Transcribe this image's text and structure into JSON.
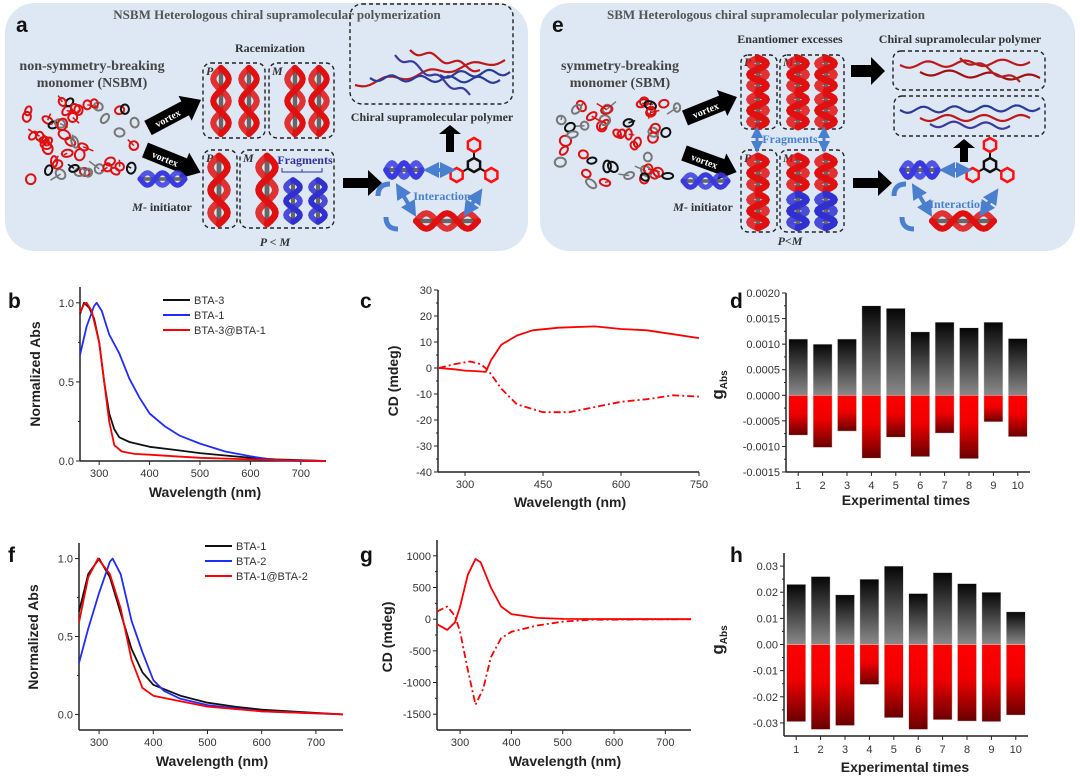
{
  "panel_labels": {
    "a": "a",
    "b": "b",
    "c": "c",
    "d": "d",
    "e": "e",
    "f": "f",
    "g": "g",
    "h": "h"
  },
  "colors": {
    "panel_bg": "#dde8f4",
    "red": "#ff0000",
    "blue": "#1f2bff",
    "black": "#111111",
    "accent_blue": "#4a7fd0"
  },
  "diagram_a": {
    "title": "NSBM Heterologous chiral supramolecular polymerization",
    "monomer_line1": "non-symmetry-breaking",
    "monomer_line2": "monomer (NSBM)",
    "racemization": "Racemization",
    "vortex_top": "vortex",
    "vortex_bottom": "vortex",
    "initiator_italic": "M",
    "initiator_rest": "- initiator",
    "box_p_top": "P",
    "box_m_top": "M",
    "box_p_bottom": "P",
    "box_m_bottom": "M",
    "fragments": "Fragments",
    "p_less_m": "P < M",
    "polymer_label": "Chiral supramolecular polymer",
    "interaction": "Interaction"
  },
  "diagram_e": {
    "title": "SBM Heterologous chiral supramolecular polymerization",
    "monomer_line1": "symmetry-breaking",
    "monomer_line2": "monomer (SBM)",
    "enantiomer": "Enantiomer excesses",
    "polymer_label": "Chiral supramolecular polymer",
    "vortex_top": "vortex",
    "vortex_bottom": "vortex",
    "initiator_italic": "M",
    "initiator_rest": "- initiator",
    "box_p_top": "P",
    "box_m_top": "M",
    "box_p_bottom": "P",
    "box_m_bottom": "M",
    "fragments": "Fragments",
    "p_less_m": "P<M",
    "interaction": "Interaction"
  },
  "chart_data": [
    {
      "panel": "b",
      "type": "line",
      "xlabel": "Wavelength (nm)",
      "ylabel": "Normalized Abs",
      "xlim": [
        262,
        750
      ],
      "ylim": [
        0,
        1.1
      ],
      "xticks": [
        300,
        400,
        500,
        600,
        700
      ],
      "xtick_labels": [
        "300",
        "400",
        "500",
        "600",
        "700"
      ],
      "yticks": [
        0,
        0.5,
        1.0
      ],
      "ytick_labels": [
        "0.0",
        "0.5",
        "1.0"
      ],
      "legend_position": "top-right",
      "series": [
        {
          "name": "BTA-3",
          "color": "#111111",
          "style": "solid",
          "x": [
            262,
            270,
            280,
            290,
            300,
            310,
            320,
            330,
            340,
            360,
            400,
            450,
            500,
            550,
            600,
            650,
            700,
            750
          ],
          "y": [
            0.93,
            1.0,
            0.97,
            0.9,
            0.75,
            0.5,
            0.3,
            0.2,
            0.15,
            0.12,
            0.09,
            0.07,
            0.05,
            0.035,
            0.02,
            0.01,
            0.005,
            0
          ]
        },
        {
          "name": "BTA-1",
          "color": "#1f2bff",
          "style": "solid",
          "x": [
            262,
            275,
            290,
            295,
            305,
            320,
            340,
            360,
            380,
            400,
            430,
            460,
            500,
            550,
            600,
            650,
            700,
            750
          ],
          "y": [
            0.67,
            0.85,
            0.98,
            1.0,
            0.95,
            0.8,
            0.68,
            0.52,
            0.4,
            0.3,
            0.22,
            0.16,
            0.11,
            0.06,
            0.03,
            0.005,
            0,
            0
          ]
        },
        {
          "name": "BTA-3@BTA-1",
          "color": "#ff0000",
          "style": "solid",
          "x": [
            262,
            270,
            275,
            285,
            300,
            310,
            320,
            330,
            345,
            370,
            400,
            450,
            500,
            600,
            700,
            750
          ],
          "y": [
            0.94,
            0.99,
            1.0,
            0.95,
            0.75,
            0.5,
            0.25,
            0.1,
            0.06,
            0.045,
            0.04,
            0.03,
            0.02,
            0.01,
            0.003,
            0
          ]
        }
      ]
    },
    {
      "panel": "c",
      "type": "line",
      "xlabel": "Wavelength (nm)",
      "ylabel": "CD (mdeg)",
      "xlim": [
        248,
        750
      ],
      "ylim": [
        -40,
        30
      ],
      "xticks": [
        300,
        450,
        600,
        750
      ],
      "xtick_labels": [
        "300",
        "450",
        "600",
        "750"
      ],
      "yticks": [
        -40,
        -30,
        -20,
        -10,
        0,
        10,
        20,
        30
      ],
      "ytick_labels": [
        "-40",
        "-30",
        "-20",
        "-10",
        "0",
        "10",
        "20",
        "30"
      ],
      "series": [
        {
          "name": "solid",
          "color": "#ff0000",
          "style": "solid",
          "x": [
            250,
            280,
            300,
            320,
            340,
            350,
            370,
            400,
            430,
            480,
            550,
            600,
            650,
            700,
            750
          ],
          "y": [
            0,
            -0.5,
            -1,
            -1.2,
            -1.5,
            3,
            9,
            12.5,
            14.5,
            15.5,
            16,
            15,
            14.5,
            13,
            11.5
          ]
        },
        {
          "name": "dash-dot",
          "color": "#ff0000",
          "style": "dashdot",
          "x": [
            250,
            280,
            310,
            330,
            345,
            370,
            400,
            450,
            500,
            550,
            600,
            650,
            700,
            750
          ],
          "y": [
            0,
            1.5,
            2.5,
            1.5,
            -1,
            -8,
            -14,
            -17,
            -17,
            -15,
            -13,
            -12,
            -10.5,
            -11
          ]
        }
      ]
    },
    {
      "panel": "d",
      "type": "bar",
      "xlabel": "Experimental times",
      "ylabel": "g",
      "ylabel_sub": "Abs",
      "categories": [
        "1",
        "2",
        "3",
        "4",
        "5",
        "6",
        "7",
        "8",
        "9",
        "10"
      ],
      "xlim": [
        0.5,
        10.5
      ],
      "ylim": [
        -0.0015,
        0.002
      ],
      "yticks": [
        -0.0015,
        -0.001,
        -0.0005,
        0,
        0.0005,
        0.001,
        0.0015,
        0.002
      ],
      "ytick_labels": [
        "-0.0015",
        "-0.0010",
        "-0.0005",
        "0.0000",
        "0.0005",
        "0.0010",
        "0.0015",
        "0.0020"
      ],
      "series": [
        {
          "name": "positive",
          "color": "#111111",
          "values": [
            0.0011,
            0.001,
            0.0011,
            0.00175,
            0.0017,
            0.00124,
            0.00143,
            0.00132,
            0.00143,
            0.00111
          ]
        },
        {
          "name": "negative",
          "color": "#ff0000",
          "values": [
            -0.00078,
            -0.00102,
            -0.0007,
            -0.00123,
            -0.00082,
            -0.0012,
            -0.00074,
            -0.00124,
            -0.00052,
            -0.00081
          ]
        }
      ]
    },
    {
      "panel": "f",
      "type": "line",
      "xlabel": "Wavelength (nm)",
      "ylabel": "Normalized Abs",
      "xlim": [
        263,
        750
      ],
      "ylim": [
        -0.1,
        1.1
      ],
      "xticks": [
        300,
        400,
        500,
        600,
        700
      ],
      "xtick_labels": [
        "300",
        "400",
        "500",
        "600",
        "700"
      ],
      "yticks": [
        0,
        0.5,
        1.0
      ],
      "ytick_labels": [
        "0.0",
        "0.5",
        "1.0"
      ],
      "legend_position": "top-right",
      "series": [
        {
          "name": "BTA-1",
          "color": "#111111",
          "style": "solid",
          "x": [
            263,
            280,
            300,
            320,
            340,
            360,
            380,
            400,
            450,
            500,
            550,
            600,
            700,
            750
          ],
          "y": [
            0.66,
            0.9,
            1.0,
            0.88,
            0.65,
            0.42,
            0.27,
            0.19,
            0.12,
            0.075,
            0.05,
            0.03,
            0.01,
            0
          ]
        },
        {
          "name": "BTA-2",
          "color": "#1f2bff",
          "style": "solid",
          "x": [
            263,
            280,
            300,
            320,
            325,
            340,
            360,
            380,
            400,
            420,
            450,
            500,
            600,
            750
          ],
          "y": [
            0.33,
            0.55,
            0.78,
            0.98,
            1.0,
            0.9,
            0.6,
            0.4,
            0.22,
            0.15,
            0.1,
            0.06,
            0.02,
            0
          ]
        },
        {
          "name": "BTA-1@BTA-2",
          "color": "#ff0000",
          "style": "solid",
          "x": [
            263,
            280,
            298,
            320,
            340,
            360,
            380,
            400,
            450,
            500,
            600,
            750
          ],
          "y": [
            0.59,
            0.88,
            1.0,
            0.9,
            0.68,
            0.35,
            0.17,
            0.12,
            0.085,
            0.05,
            0.02,
            0
          ]
        }
      ]
    },
    {
      "panel": "g",
      "type": "line",
      "xlabel": "Wavelength (nm)",
      "ylabel": "CD (mdeg)",
      "xlim": [
        255,
        750
      ],
      "ylim": [
        -1750,
        1250
      ],
      "xticks": [
        300,
        400,
        500,
        600,
        700
      ],
      "xtick_labels": [
        "300",
        "400",
        "500",
        "600",
        "700"
      ],
      "yticks": [
        -1500,
        -1000,
        -500,
        0,
        500,
        1000
      ],
      "ytick_labels": [
        "-1500",
        "-1000",
        "-500",
        "0",
        "500",
        "1000"
      ],
      "series": [
        {
          "name": "solid",
          "color": "#ff0000",
          "style": "solid",
          "x": [
            255,
            275,
            290,
            300,
            315,
            330,
            340,
            360,
            380,
            400,
            450,
            500,
            750
          ],
          "y": [
            -80,
            -170,
            -50,
            200,
            700,
            950,
            900,
            500,
            200,
            80,
            20,
            5,
            0
          ]
        },
        {
          "name": "dash-dot",
          "color": "#ff0000",
          "style": "dashdot",
          "x": [
            255,
            275,
            290,
            300,
            315,
            330,
            345,
            360,
            380,
            400,
            450,
            500,
            550,
            750
          ],
          "y": [
            120,
            200,
            50,
            -200,
            -800,
            -1350,
            -1100,
            -600,
            -300,
            -200,
            -100,
            -40,
            -10,
            0
          ]
        }
      ]
    },
    {
      "panel": "h",
      "type": "bar",
      "xlabel": "Experimental times",
      "ylabel": "g",
      "ylabel_sub": "Abs",
      "categories": [
        "1",
        "2",
        "3",
        "4",
        "5",
        "6",
        "7",
        "8",
        "9",
        "10"
      ],
      "xlim": [
        0.5,
        10.5
      ],
      "ylim": [
        -0.035,
        0.035
      ],
      "yticks": [
        -0.03,
        -0.02,
        -0.01,
        0,
        0.01,
        0.02,
        0.03
      ],
      "ytick_labels": [
        "-0.03",
        "-0.02",
        "-0.01",
        "0.00",
        "0.01",
        "0.02",
        "0.03"
      ],
      "series": [
        {
          "name": "positive",
          "color": "#111111",
          "values": [
            0.023,
            0.026,
            0.019,
            0.025,
            0.03,
            0.0195,
            0.0275,
            0.0233,
            0.02,
            0.0125
          ]
        },
        {
          "name": "negative",
          "color": "#ff0000",
          "values": [
            -0.0295,
            -0.0325,
            -0.031,
            -0.0153,
            -0.028,
            -0.0325,
            -0.0288,
            -0.0293,
            -0.0295,
            -0.027
          ]
        }
      ]
    }
  ]
}
